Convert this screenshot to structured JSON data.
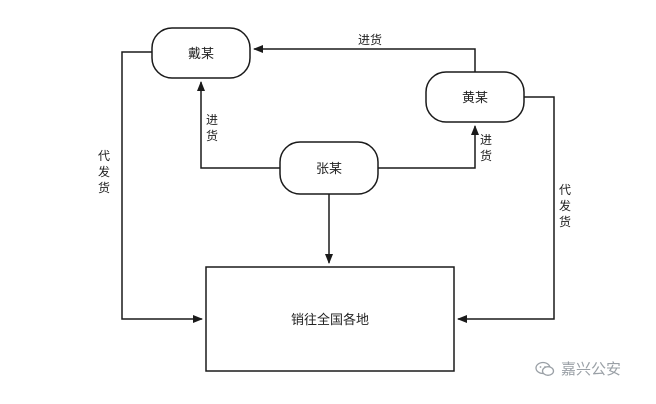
{
  "nodes": {
    "dai": "戴某",
    "huang": "黄某",
    "zhang": "张某",
    "market": "销往全国各地"
  },
  "edges": {
    "huang_to_dai": "进货",
    "zhang_to_dai": "进货",
    "zhang_to_huang": "进货",
    "dai_to_market": "代发货",
    "huang_to_market": "代发货"
  },
  "watermark": {
    "icon": "wechat-icon",
    "text": "嘉兴公安"
  },
  "colors": {
    "line": "#1a1a1a",
    "watermark": "#9aa0a6"
  }
}
